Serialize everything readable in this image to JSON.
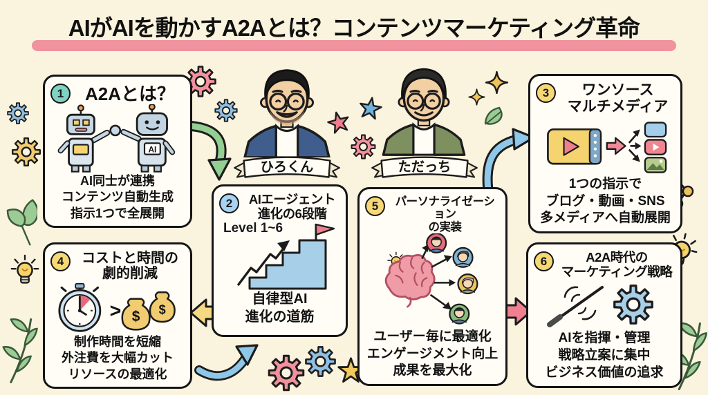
{
  "title": "AIがAIを動かすA2Aとは？コンテンツマーケティング革命",
  "people": [
    {
      "name": "ひろくん"
    },
    {
      "name": "ただっち"
    }
  ],
  "cards": [
    {
      "number": "1",
      "title1": "A2Aとは？",
      "chest_label": "AI",
      "lines": [
        "AI同士が連携",
        "コンテンツ自動生成",
        "指示1つで全展開"
      ]
    },
    {
      "number": "2",
      "title1": "AIエージェント",
      "title2": "進化の6段階",
      "level_label": "Level 1~6",
      "lines": [
        "自律型AI",
        "進化の道筋"
      ]
    },
    {
      "number": "3",
      "title1": "ワンソース",
      "title2": "マルチメディア",
      "lines": [
        "1つの指示で",
        "ブログ・動画・SNS",
        "多メディアへ自動展開"
      ]
    },
    {
      "number": "4",
      "title1": "コストと時間の",
      "title2": "劇的削減",
      "compare": ">",
      "dollar": "$",
      "lines": [
        "制作時間を短縮",
        "外注費を大幅カット",
        "リソースの最適化"
      ]
    },
    {
      "number": "5",
      "title1": "パーソナライゼーション",
      "title2": "の実装",
      "lines": [
        "ユーザー毎に最適化",
        "エンゲージメント向上",
        "成果を最大化"
      ]
    },
    {
      "number": "6",
      "title1": "A2A時代の",
      "title2": "マーケティング戦略",
      "lines": [
        "AIを指揮・管理",
        "戦略立案に集中",
        "ビジネス価値の追求"
      ]
    }
  ],
  "colors": {
    "background": "#faf3dd",
    "title_underline": "#f0939f",
    "badge_teal": "#7ed3c3",
    "badge_blue": "#a6d4f2",
    "badge_yellow": "#f6d876",
    "arrow_green": "#93cf92",
    "arrow_blue": "#8ec7e8",
    "arrow_yellow": "#f5d983",
    "arrow_pink": "#ef8090"
  }
}
